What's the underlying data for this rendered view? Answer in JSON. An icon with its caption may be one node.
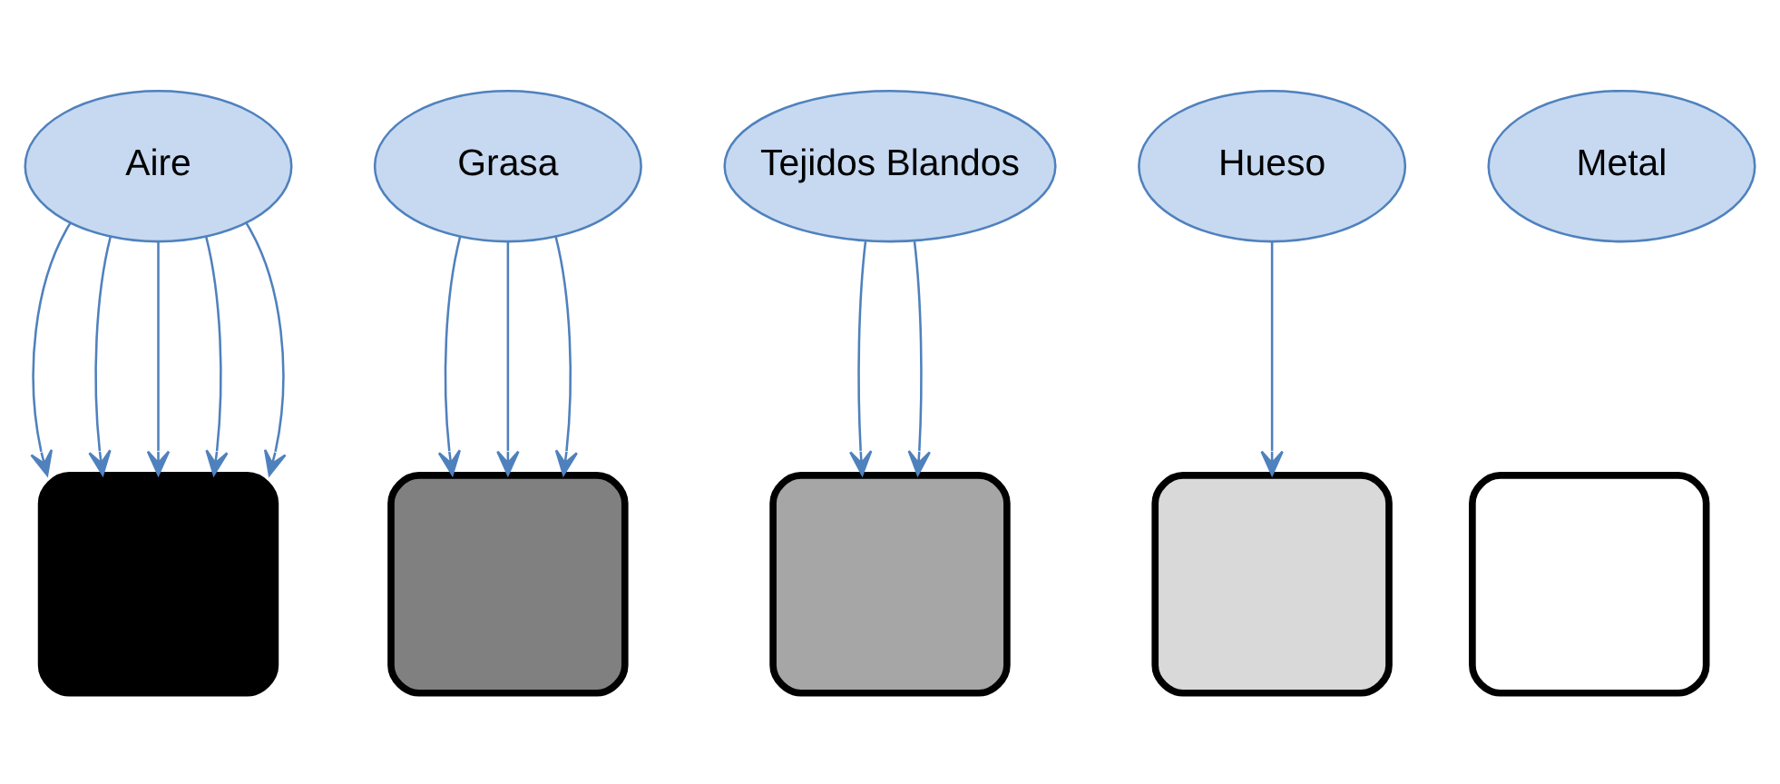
{
  "diagram": {
    "nodes": [
      {
        "text": [
          "Aire"
        ]
      },
      {
        "text": [
          "Grasa"
        ]
      },
      {
        "text": [
          "Tejidos Blandos"
        ]
      },
      {
        "text": [
          "Hueso"
        ]
      },
      {
        "text": [
          "Metal"
        ]
      },
      {
        "text": [],
        "shape": "box"
      },
      {
        "text": [],
        "shape": "box"
      },
      {
        "text": [],
        "shape": "box"
      },
      {
        "text": [],
        "shape": "box"
      },
      {
        "text": [],
        "shape": "box"
      }
    ],
    "edges": [
      {
        "from": 0,
        "to": 5,
        "arrow": "to"
      },
      {
        "from": 0,
        "to": 5,
        "arrow": "to"
      },
      {
        "from": 0,
        "to": 5,
        "arrow": "to"
      },
      {
        "from": 0,
        "to": 5,
        "arrow": "to"
      },
      {
        "from": 0,
        "to": 5,
        "arrow": "to"
      },
      {
        "from": 1,
        "to": 6,
        "arrow": "to"
      },
      {
        "from": 1,
        "to": 6,
        "arrow": "to"
      },
      {
        "from": 1,
        "to": 6,
        "arrow": "to"
      },
      {
        "from": 2,
        "to": 7,
        "arrow": "to"
      },
      {
        "from": 2,
        "to": 7,
        "arrow": "to"
      },
      {
        "from": 3,
        "to": 8,
        "arrow": "to"
      }
    ]
  }
}
